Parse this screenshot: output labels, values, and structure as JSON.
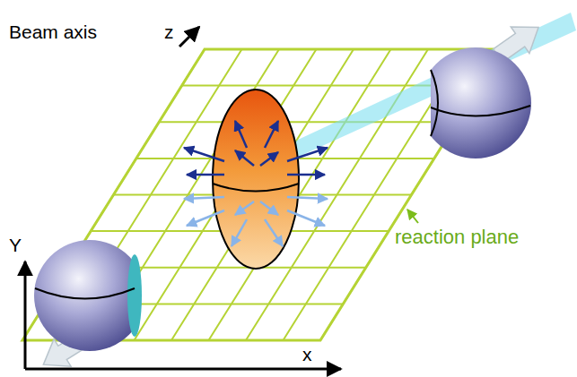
{
  "diagram": {
    "labels": [
      "Beam axis",
      "z",
      "Y",
      "x",
      "reaction plane"
    ]
  }
}
